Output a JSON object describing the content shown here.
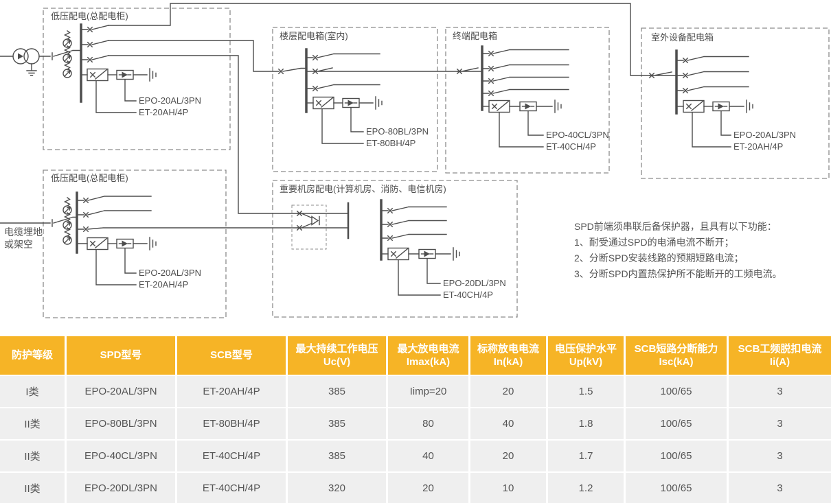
{
  "diagram": {
    "source_label": {
      "line1": "电缆埋地",
      "line2": "或架空"
    },
    "boxes": [
      {
        "title": "低压配电(总配电柜)",
        "spd_model": "EPO-20AL/3PN",
        "scb_model": "ET-20AH/4P"
      },
      {
        "title": "低压配电(总配电柜)",
        "spd_model": "EPO-20AL/3PN",
        "scb_model": "ET-20AH/4P"
      },
      {
        "title": "楼层配电箱(室内)",
        "spd_model": "EPO-80BL/3PN",
        "scb_model": "ET-80BH/4P"
      },
      {
        "title": "终端配电箱",
        "spd_model": "EPO-40CL/3PN",
        "scb_model": "ET-40CH/4P"
      },
      {
        "title": "室外设备配电箱",
        "spd_model": "EPO-20AL/3PN",
        "scb_model": "ET-20AH/4P"
      },
      {
        "title": "重要机房配电(计算机房、消防、电信机房)",
        "spd_model": "EPO-20DL/3PN",
        "scb_model": "ET-40CH/4P"
      }
    ],
    "notes": {
      "title": "SPD前端须串联后备保护器，且具有以下功能：",
      "items": [
        "1、耐受通过SPD的电涌电流不断开；",
        "2、分断SPD安装线路的预期短路电流；",
        "3、分断SPD内置热保护所不能断开的工频电流。"
      ]
    }
  },
  "table": {
    "headers": [
      "防护等级",
      "SPD型号",
      "SCB型号",
      "最大持续工作电压\nUc(V)",
      "最大放电电流\nImax(kA)",
      "标称放电电流\nIn(kA)",
      "电压保护水平\nUp(kV)",
      "SCB短路分断能力\nIsc(kA)",
      "SCB工频脱扣电流\nIi(A)"
    ],
    "rows": [
      [
        "I类",
        "EPO-20AL/3PN",
        "ET-20AH/4P",
        "385",
        "Iimp=20",
        "20",
        "1.5",
        "100/65",
        "3"
      ],
      [
        "II类",
        "EPO-80BL/3PN",
        "ET-80BH/4P",
        "385",
        "80",
        "40",
        "1.8",
        "100/65",
        "3"
      ],
      [
        "II类",
        "EPO-40CL/3PN",
        "ET-40CH/4P",
        "385",
        "40",
        "20",
        "1.7",
        "100/65",
        "3"
      ],
      [
        "II类",
        "EPO-20DL/3PN",
        "ET-40CH/4P",
        "320",
        "20",
        "10",
        "1.2",
        "100/65",
        "3"
      ]
    ]
  },
  "colors": {
    "header_bg": "#F6B426",
    "header_text": "#FFFFFF",
    "cell_bg": "#EFEFEF",
    "text": "#555555",
    "line": "#4D4D4D",
    "border_dash": "#8C8C8C"
  }
}
